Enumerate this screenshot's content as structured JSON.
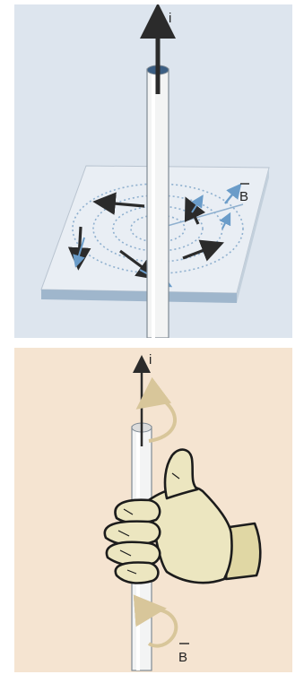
{
  "top_figure": {
    "current_label": "i",
    "field_label": "B",
    "colors": {
      "background": "#dde5ee",
      "plate": "#e9eef4",
      "field_lines": "#8fb0cf",
      "arrows": "#6a9cc9",
      "wire": "#f3f4f4"
    }
  },
  "bottom_figure": {
    "current_label": "i",
    "field_label": "B",
    "colors": {
      "background": "#f5e4d1",
      "skin": "#ece6c0",
      "curl_arrow": "#d8c69a",
      "wire": "#f3f4f4"
    }
  }
}
